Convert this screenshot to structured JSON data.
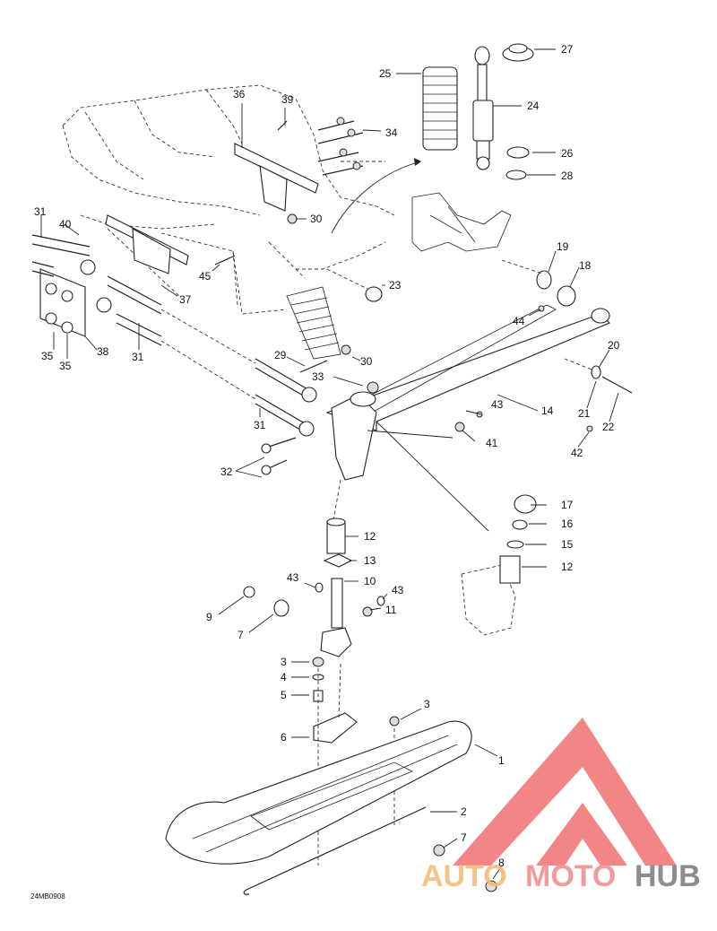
{
  "diagram": {
    "code": "24MB0908",
    "callouts": [
      {
        "text": "1"
      },
      {
        "text": "2"
      },
      {
        "text": "3"
      },
      {
        "text": "3"
      },
      {
        "text": "4"
      },
      {
        "text": "5"
      },
      {
        "text": "6"
      },
      {
        "text": "7"
      },
      {
        "text": "7"
      },
      {
        "text": "8"
      },
      {
        "text": "9"
      },
      {
        "text": "10"
      },
      {
        "text": "11"
      },
      {
        "text": "12"
      },
      {
        "text": "12"
      },
      {
        "text": "13"
      },
      {
        "text": "14"
      },
      {
        "text": "15"
      },
      {
        "text": "16"
      },
      {
        "text": "17"
      },
      {
        "text": "18"
      },
      {
        "text": "19"
      },
      {
        "text": "20"
      },
      {
        "text": "21"
      },
      {
        "text": "22"
      },
      {
        "text": "23"
      },
      {
        "text": "24"
      },
      {
        "text": "25"
      },
      {
        "text": "26"
      },
      {
        "text": "27"
      },
      {
        "text": "28"
      },
      {
        "text": "29"
      },
      {
        "text": "30"
      },
      {
        "text": "30"
      },
      {
        "text": "31"
      },
      {
        "text": "31"
      },
      {
        "text": "31"
      },
      {
        "text": "32"
      },
      {
        "text": "33"
      },
      {
        "text": "34"
      },
      {
        "text": "35"
      },
      {
        "text": "35"
      },
      {
        "text": "36"
      },
      {
        "text": "37"
      },
      {
        "text": "38"
      },
      {
        "text": "39"
      },
      {
        "text": "40"
      },
      {
        "text": "41"
      },
      {
        "text": "42"
      },
      {
        "text": "43"
      },
      {
        "text": "43"
      },
      {
        "text": "43"
      },
      {
        "text": "44"
      },
      {
        "text": "45"
      }
    ]
  },
  "watermark": {
    "auto": "AUTO",
    "moto": "MOTO",
    "hub": "HUB",
    "colors": {
      "auto": "#f5b971",
      "moto": "#f08a8a",
      "hub": "#7a7a7a",
      "triangle": "#f07070"
    }
  }
}
